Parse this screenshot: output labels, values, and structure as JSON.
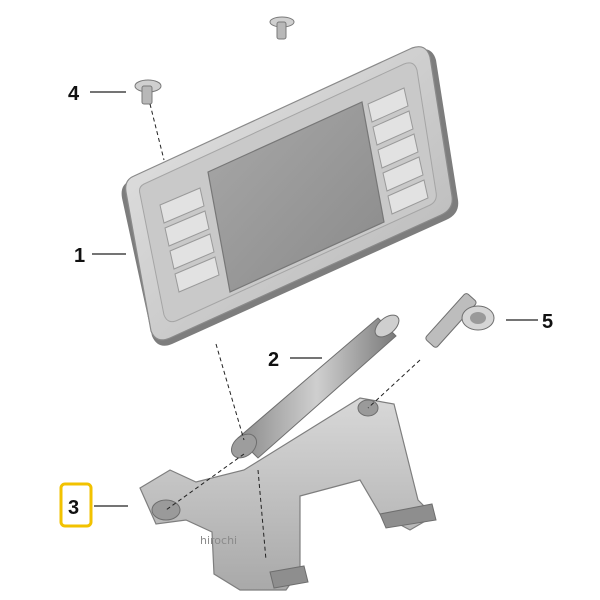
{
  "callouts": [
    {
      "id": "1",
      "label": "1",
      "part": "display-unit",
      "highlighted": false
    },
    {
      "id": "2",
      "label": "2",
      "part": "rod",
      "highlighted": false
    },
    {
      "id": "3",
      "label": "3",
      "part": "bracket",
      "highlighted": true
    },
    {
      "id": "4",
      "label": "4",
      "part": "top-screw",
      "highlighted": false
    },
    {
      "id": "5",
      "label": "5",
      "part": "bolt",
      "highlighted": false
    }
  ],
  "watermark": "hirochi",
  "colors": {
    "highlight": "#f2c200",
    "part_light": "#d9d9d9",
    "part_mid": "#bdbdbd",
    "part_dark": "#8c8c8c",
    "screen": "#9a9a9a"
  }
}
